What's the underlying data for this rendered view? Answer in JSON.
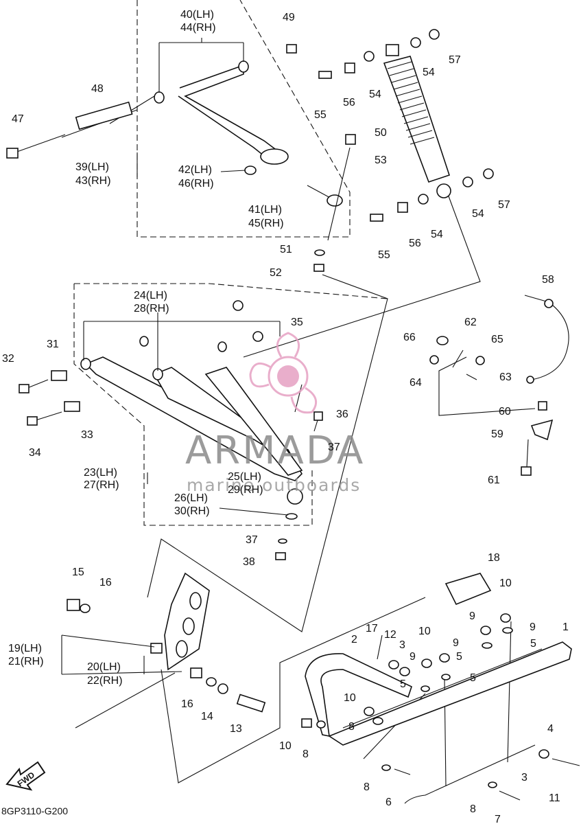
{
  "diagram_code": "8GP3110-G200",
  "fwd_label": "FWD",
  "watermark": {
    "brand": "ARMADA",
    "tagline": "marine outboards",
    "accent": "#e6a1c3"
  },
  "labels": {
    "p1": "1",
    "p2": "2",
    "p3a": "3",
    "p3b": "3",
    "p4": "4",
    "p5a": "5",
    "p5b": "5",
    "p5c": "5",
    "p5d": "5",
    "p6": "6",
    "p7": "7",
    "p8a": "8",
    "p8b": "8",
    "p8c": "8",
    "p8d": "8",
    "p9a": "9",
    "p9b": "9",
    "p9c": "9",
    "p9d": "9",
    "p10a": "10",
    "p10b": "10",
    "p10c": "10",
    "p10d": "10",
    "p11": "11",
    "p12": "12",
    "p13": "13",
    "p14": "14",
    "p15": "15",
    "p16a": "16",
    "p16b": "16",
    "p17": "17",
    "p18": "18",
    "p19": "19(LH)",
    "p21": "21(RH)",
    "p20": "20(LH)",
    "p22": "22(RH)",
    "p23": "23(LH)",
    "p27": "27(RH)",
    "p24": "24(LH)",
    "p28": "28(RH)",
    "p25": "25(LH)",
    "p29": "29(RH)",
    "p26": "26(LH)",
    "p30": "30(RH)",
    "p31": "31",
    "p32": "32",
    "p33": "33",
    "p34": "34",
    "p35": "35",
    "p36": "36",
    "p37a": "37",
    "p37b": "37",
    "p38": "38",
    "p39": "39(LH)",
    "p43": "43(RH)",
    "p40": "40(LH)",
    "p44": "44(RH)",
    "p41": "41(LH)",
    "p45": "45(RH)",
    "p42": "42(LH)",
    "p46": "46(RH)",
    "p47": "47",
    "p48": "48",
    "p49": "49",
    "p50": "50",
    "p51": "51",
    "p52": "52",
    "p53": "53",
    "p54a": "54",
    "p54b": "54",
    "p54c": "54",
    "p54d": "54",
    "p55a": "55",
    "p55b": "55",
    "p56a": "56",
    "p56b": "56",
    "p57a": "57",
    "p57b": "57",
    "p58": "58",
    "p59": "59",
    "p60": "60",
    "p61": "61",
    "p62": "62",
    "p63": "63",
    "p64": "64",
    "p65": "65",
    "p66": "66"
  }
}
